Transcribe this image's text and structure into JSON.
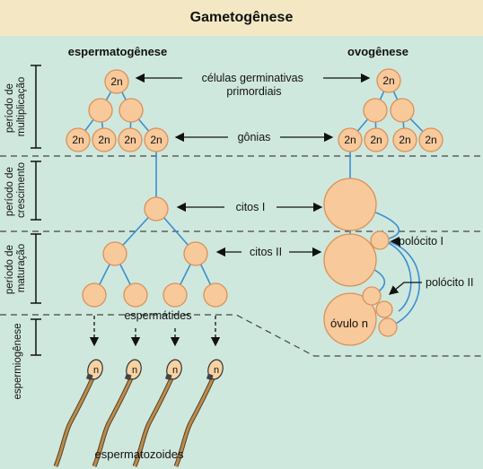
{
  "title": "Gametogênese",
  "columns": {
    "spermatogenesis": "espermatogênese",
    "oogenesis": "ovogênese"
  },
  "periods": [
    {
      "lines": [
        "período de",
        "multiplicação"
      ]
    },
    {
      "lines": [
        "período de",
        "crescimento"
      ]
    },
    {
      "lines": [
        "período de",
        "maturação"
      ]
    },
    {
      "lines": [
        "espermiogênese"
      ]
    }
  ],
  "labels": {
    "germ_cells": [
      "células germinativas",
      "primordiais"
    ],
    "gonias": "gônias",
    "citos_1": "citos I",
    "citos_2": "citos II",
    "polocito_1": "polócito I",
    "polocito_2": "polócito II",
    "ovulo": "óvulo n",
    "spermatids": "espermátides",
    "spermatozoa": "espermatozoides"
  },
  "cell_labels": {
    "diploid": "2n",
    "haploid": "n"
  },
  "colors": {
    "header_bg": "#f4e8c4",
    "diagram_bg": "#cfe8de",
    "cell_fill": "#f8c99a",
    "cell_stroke": "#d9915a",
    "link": "#3b8fcf",
    "sperm_tail": "#7a5a2e"
  }
}
